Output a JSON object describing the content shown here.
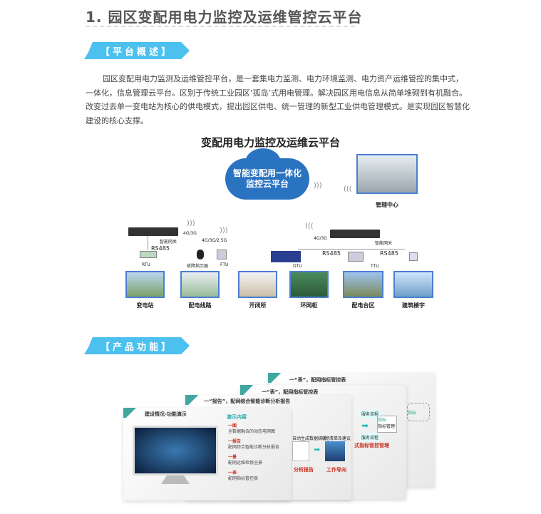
{
  "title": "1. 园区变配用电力监控及运维管控云平台",
  "sections": {
    "overview": "【平台概述】",
    "features": "【产品功能】"
  },
  "overview_text": "园区变配用电力监测及运维管控平台，是一套集电力监测、电力环境监测、电力资产运维管控的集中式，一体化，信息管理云平台。区别于传统工业园区‘孤岛’式用电管理。解决园区用电信息从简单堆砌到有机融合。改变过去单一变电站为核心的供电模式，提出园区供电、统一管理的新型工业供电管理模式。是实现园区智慧化建设的核心支撑。",
  "diagram": {
    "title": "变配用电力监控及运维云平台",
    "cloud": [
      "智能变配用一体化",
      "监控云平台"
    ],
    "center": "管理中心",
    "gateway": "智能网关",
    "net1": "4G/3G",
    "net2": "4G/3G/2.5G",
    "net3": "4G/3G",
    "rs485": "RS485",
    "devices": [
      "RTU",
      "故障指示器",
      "FTU",
      "DTU",
      "TTU"
    ],
    "sites": [
      "变电站",
      "配电线路",
      "开闭所",
      "环网柜",
      "配电台区",
      "建筑楼宇"
    ]
  },
  "slides": {
    "back": "一“表”，配网指标管控表",
    "middle": "一“表”，配网指标管控表",
    "report": "一“报告”，配网综合智能诊断分析报告",
    "front_title": "建设情况-功能演示",
    "demo_title": "演示内容",
    "demo_items": [
      {
        "h": "一图",
        "d": "全数据融合的动态电网图"
      },
      {
        "h": "一报告",
        "d": "配网综合智能诊断分析报告"
      },
      {
        "h": "一景",
        "d": "配网运维检修全景"
      },
      {
        "h": "一表",
        "d": "配网指标管控表"
      }
    ],
    "report_labels": [
      "自动生成数据统计",
      "问题清单及建议",
      "分析报告",
      "工作导向"
    ],
    "table_labels": [
      "服务流程",
      "服务流程",
      "指标",
      "指标管理",
      "式指标管控管理",
      "指标"
    ]
  }
}
